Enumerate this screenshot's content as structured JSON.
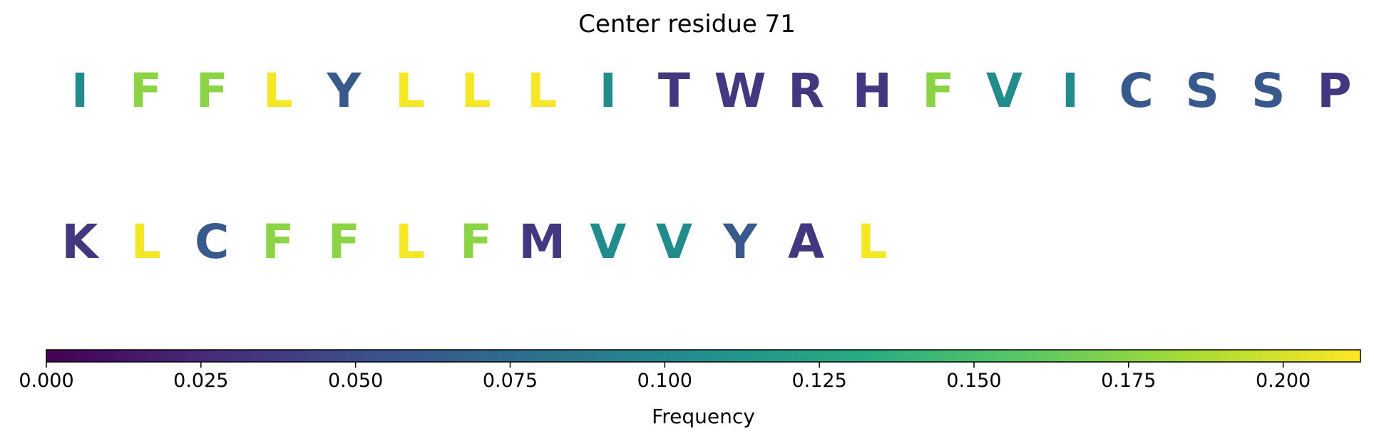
{
  "chart_data": {
    "type": "heatmap",
    "title": "Center residue 71",
    "rows": [
      {
        "letters": [
          "I",
          "F",
          "F",
          "L",
          "Y",
          "L",
          "L",
          "L",
          "I",
          "T",
          "W",
          "R",
          "H",
          "F",
          "V",
          "I",
          "C",
          "S",
          "S",
          "P"
        ],
        "values": [
          0.103,
          0.175,
          0.175,
          0.21,
          0.06,
          0.21,
          0.21,
          0.21,
          0.103,
          0.035,
          0.035,
          0.035,
          0.035,
          0.175,
          0.103,
          0.103,
          0.06,
          0.06,
          0.06,
          0.035
        ]
      },
      {
        "letters": [
          "K",
          "L",
          "C",
          "F",
          "F",
          "L",
          "F",
          "M",
          "V",
          "V",
          "Y",
          "A",
          "L"
        ],
        "values": [
          0.035,
          0.21,
          0.06,
          0.175,
          0.175,
          0.21,
          0.175,
          0.035,
          0.103,
          0.103,
          0.06,
          0.035,
          0.21
        ]
      }
    ],
    "colorbar": {
      "colormap": "viridis",
      "range": [
        0,
        0.2125
      ],
      "ticks": [
        0.0,
        0.025,
        0.05,
        0.075,
        0.1,
        0.125,
        0.15,
        0.175,
        0.2
      ],
      "tick_labels": [
        "0.000",
        "0.025",
        "0.050",
        "0.075",
        "0.100",
        "0.125",
        "0.150",
        "0.175",
        "0.200"
      ],
      "label": "Frequency",
      "orientation": "horizontal"
    }
  }
}
